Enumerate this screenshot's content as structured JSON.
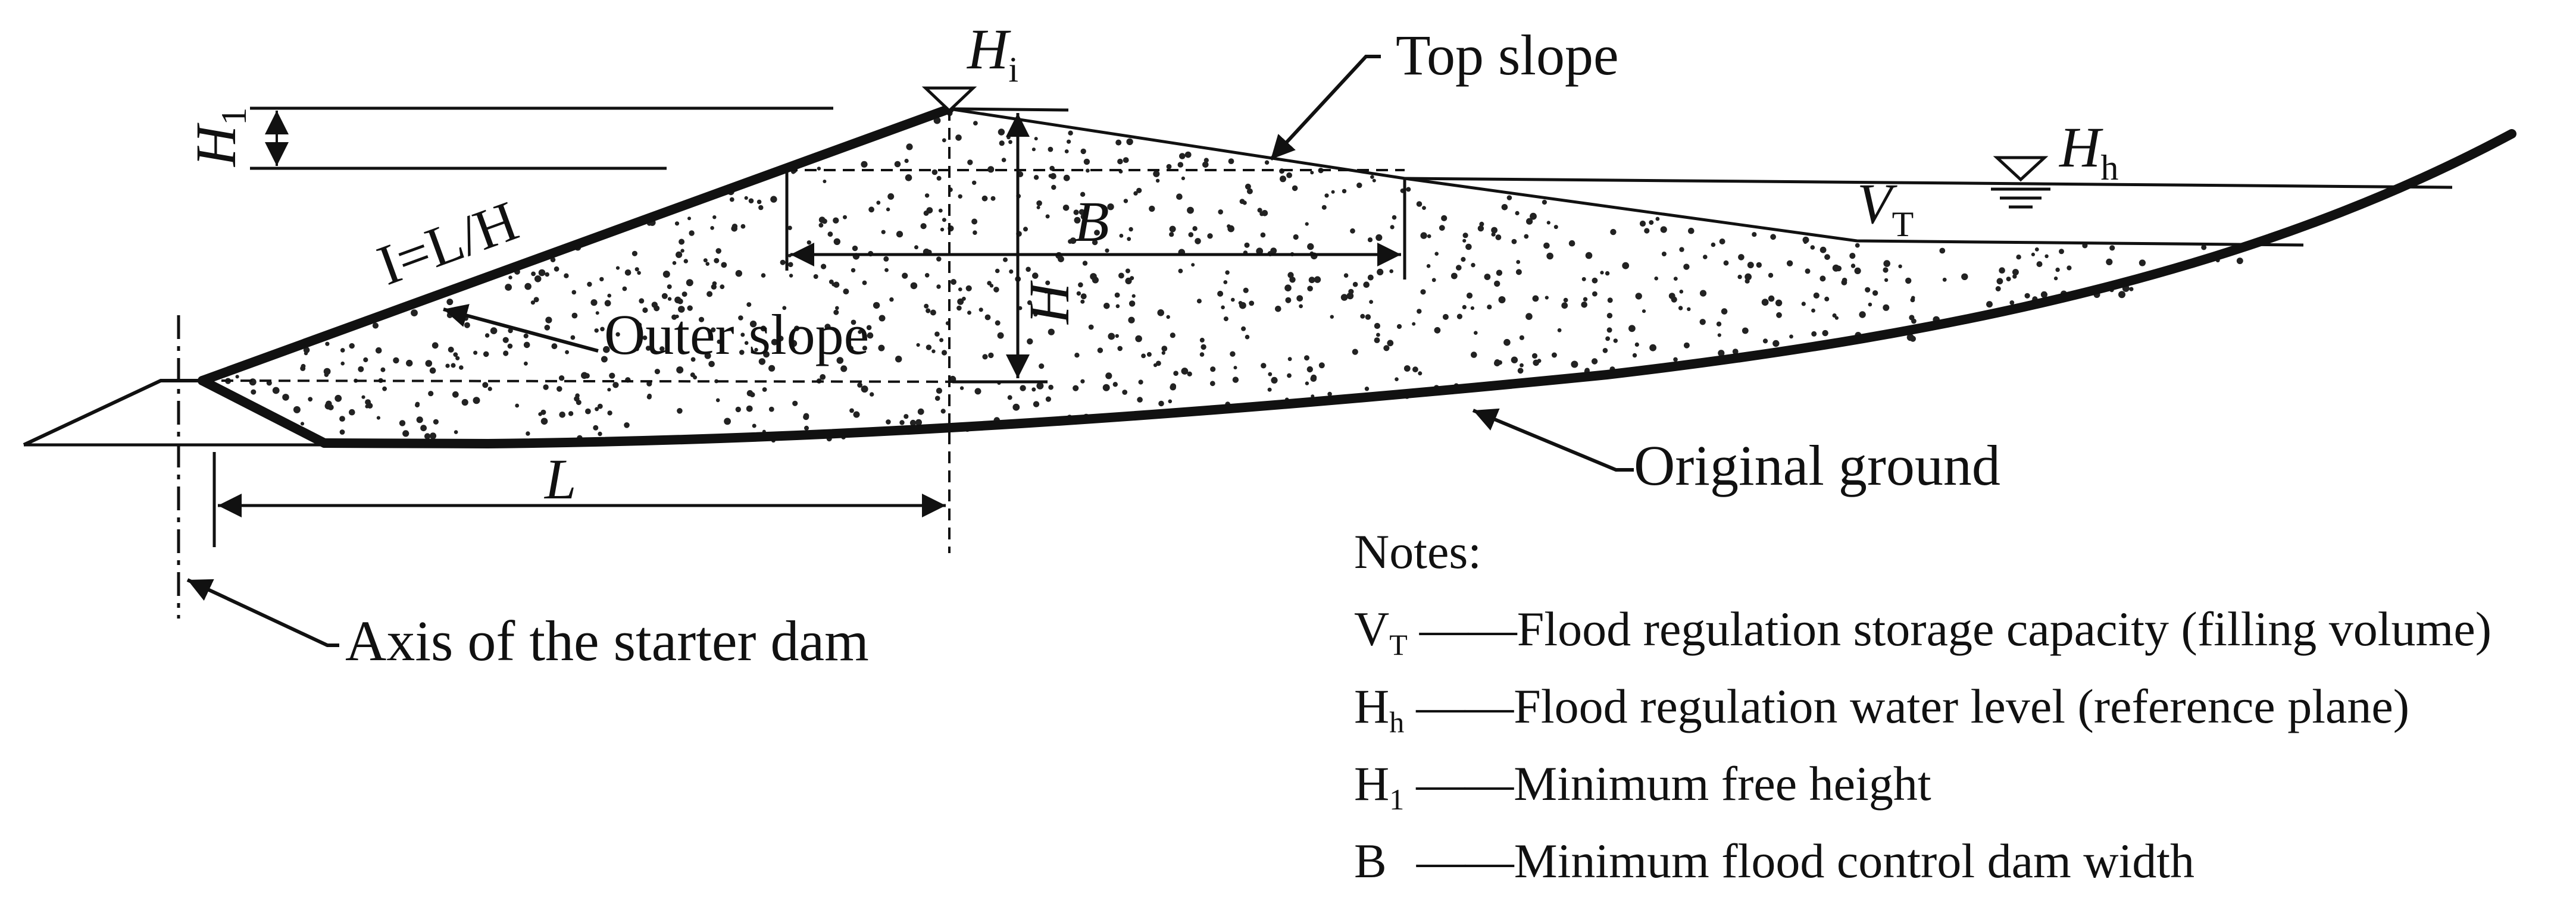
{
  "diagram": {
    "labels": {
      "top_slope": "Top slope",
      "outer_slope": "Outer slope",
      "original_ground": "Original ground",
      "axis": "Axis of the starter dam",
      "slope_ratio": "I=L/H"
    },
    "symbols": {
      "H1_main": "H",
      "H1_sub": "1",
      "Hi_main": "H",
      "Hi_sub": "i",
      "Hh_main": "H",
      "Hh_sub": "h",
      "VT_main": "V",
      "VT_sub": "T",
      "B": "B",
      "H": "H",
      "L": "L"
    },
    "notes": {
      "title": "Notes:",
      "items": [
        {
          "sym": "V",
          "sub": "T",
          "dash": "——",
          "text": "Flood regulation storage capacity (filling volume)"
        },
        {
          "sym": "H",
          "sub": "h",
          "dash": "——",
          "text": "Flood regulation water level (reference plane)"
        },
        {
          "sym": "H",
          "sub": "1",
          "dash": "——",
          "text": "Minimum free height"
        },
        {
          "sym": "B",
          "sub": "",
          "dash": "——",
          "text": "Minimum flood control dam width"
        }
      ]
    }
  }
}
